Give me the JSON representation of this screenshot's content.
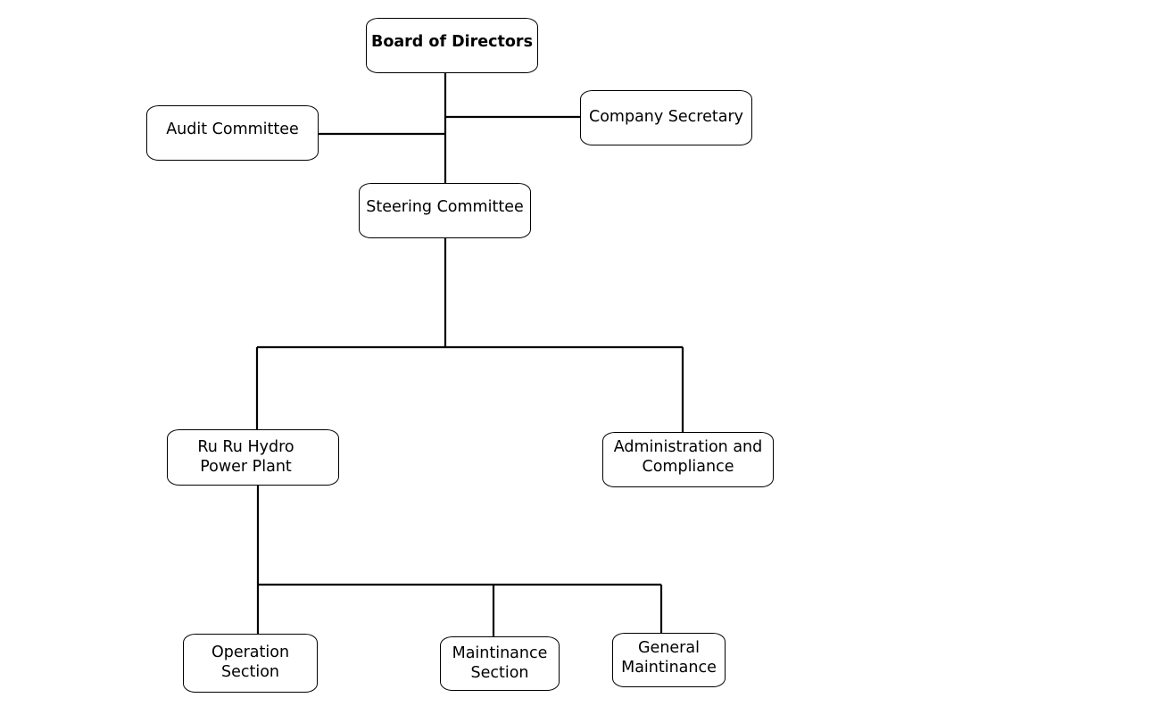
{
  "diagram": {
    "nodes": {
      "board": {
        "lines": [
          "Board of Directors"
        ]
      },
      "secretary": {
        "lines": [
          "Company Secretary"
        ]
      },
      "audit": {
        "lines": [
          "Audit Committee"
        ]
      },
      "steering": {
        "lines": [
          "Steering Committee"
        ]
      },
      "ruru": {
        "lines": [
          "Ru Ru Hydro",
          "Power Plant"
        ]
      },
      "admin": {
        "lines": [
          "Administration and",
          "Compliance"
        ]
      },
      "operation": {
        "lines": [
          "Operation",
          "Section"
        ]
      },
      "maintinance": {
        "lines": [
          "Maintinance",
          "Section"
        ]
      },
      "general": {
        "lines": [
          "General",
          "Maintinance"
        ]
      }
    },
    "edges": [
      [
        "board",
        "steering"
      ],
      [
        "board",
        "secretary"
      ],
      [
        "board",
        "audit"
      ],
      [
        "steering",
        "ruru"
      ],
      [
        "steering",
        "admin"
      ],
      [
        "ruru",
        "operation"
      ],
      [
        "ruru",
        "maintinance"
      ],
      [
        "ruru",
        "general"
      ]
    ]
  }
}
